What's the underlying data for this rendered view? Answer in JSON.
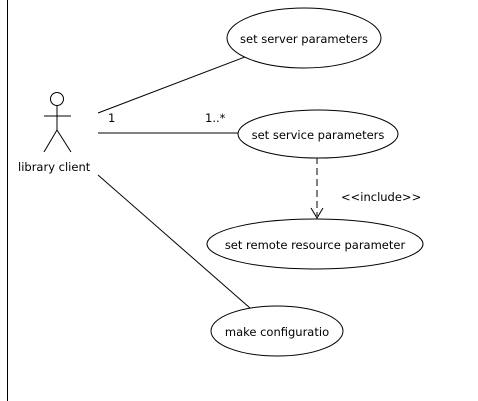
{
  "actor": {
    "name": "library client"
  },
  "use_cases": [
    {
      "id": "server",
      "label": "set server parameters"
    },
    {
      "id": "service",
      "label": "set service parameters"
    },
    {
      "id": "remote",
      "label": "set remote resource parameter"
    },
    {
      "id": "config",
      "label": "make configuratio"
    }
  ],
  "associations": {
    "actor_end_multiplicity": "1",
    "service_end_multiplicity": "1..*"
  },
  "include_relation": {
    "stereotype": "<<include>>"
  },
  "colors": {
    "line": "#000000",
    "background": "#ffffff"
  }
}
